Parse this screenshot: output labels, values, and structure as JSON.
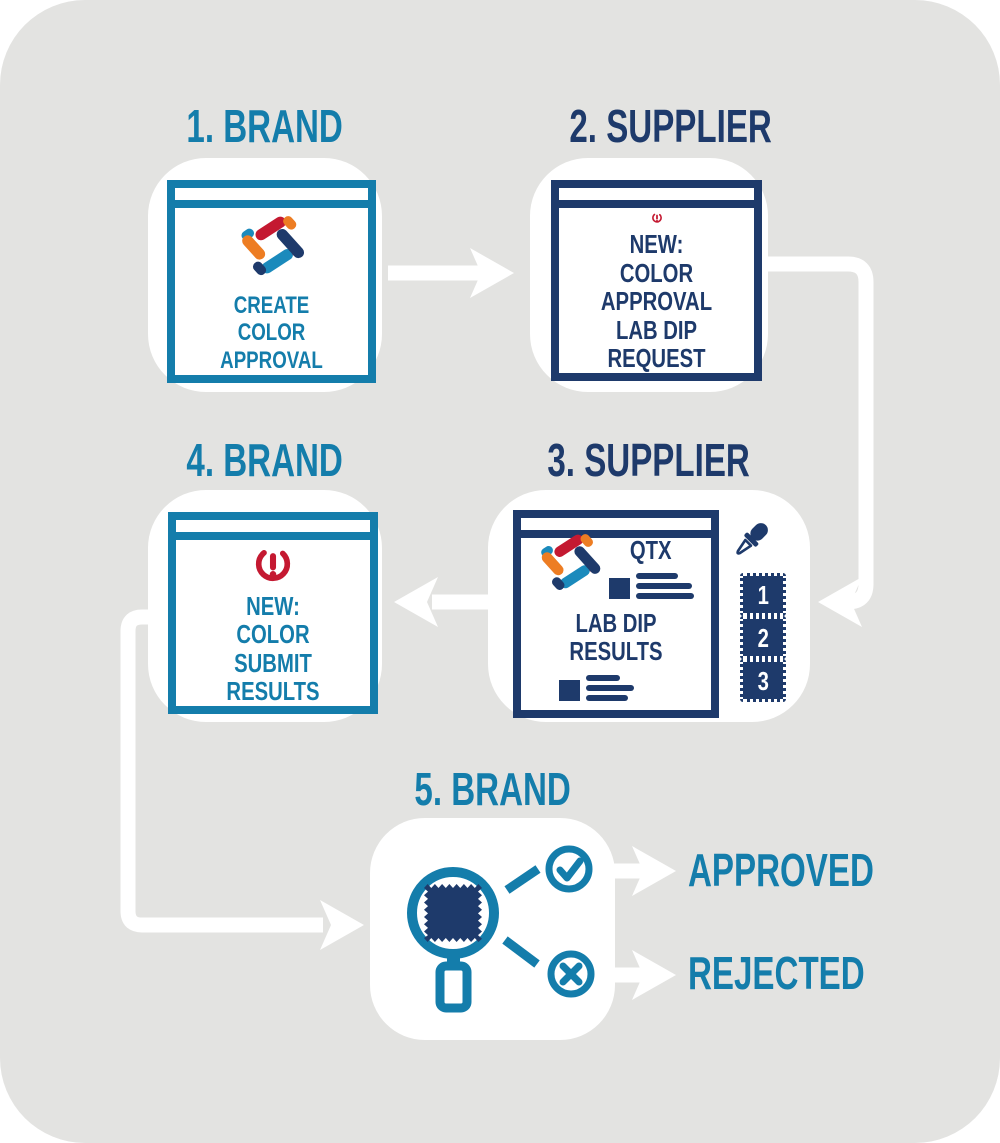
{
  "diagram": {
    "colors": {
      "background": "#e3e3e1",
      "card": "#ffffff",
      "teal": "#147dab",
      "navy": "#1e3a6b",
      "red": "#c41931",
      "orange": "#ed7d23",
      "logo_teal": "#1b8abc",
      "connector": "#ffffff"
    },
    "steps": [
      {
        "title": "1. BRAND",
        "actor": "Brand",
        "icon": "brand-logo-icon",
        "card_lines": [
          "CREATE",
          "COLOR APPROVAL"
        ]
      },
      {
        "title": "2. SUPPLIER",
        "actor": "Supplier",
        "icon": "alert-icon",
        "card_lines": [
          "NEW:",
          "COLOR APPROVAL",
          "LAB DIP REQUEST"
        ]
      },
      {
        "title": "3. SUPPLIER",
        "actor": "Supplier",
        "icons": [
          "brand-logo-icon",
          "document-row-icon",
          "eyedropper-icon",
          "stamp-icons"
        ],
        "qtx_label": "QTX",
        "heading": "LAB DIP RESULTS",
        "stamps": [
          "1",
          "2",
          "3"
        ]
      },
      {
        "title": "4. BRAND",
        "actor": "Brand",
        "icon": "alert-icon",
        "card_lines": [
          "NEW:",
          "COLOR SUBMIT",
          "RESULTS"
        ]
      },
      {
        "title": "5. BRAND",
        "actor": "Brand",
        "icon": "magnifier-swatch-icon",
        "outcomes": [
          {
            "label": "APPROVED",
            "icon": "check-circle-icon"
          },
          {
            "label": "REJECTED",
            "icon": "x-circle-icon"
          }
        ]
      }
    ],
    "flow": [
      {
        "from": "1. BRAND",
        "to": "2. SUPPLIER"
      },
      {
        "from": "2. SUPPLIER",
        "to": "3. SUPPLIER"
      },
      {
        "from": "3. SUPPLIER",
        "to": "4. BRAND"
      },
      {
        "from": "4. BRAND",
        "to": "5. BRAND"
      },
      {
        "from": "5. BRAND",
        "to": "APPROVED"
      },
      {
        "from": "5. BRAND",
        "to": "REJECTED"
      }
    ]
  }
}
